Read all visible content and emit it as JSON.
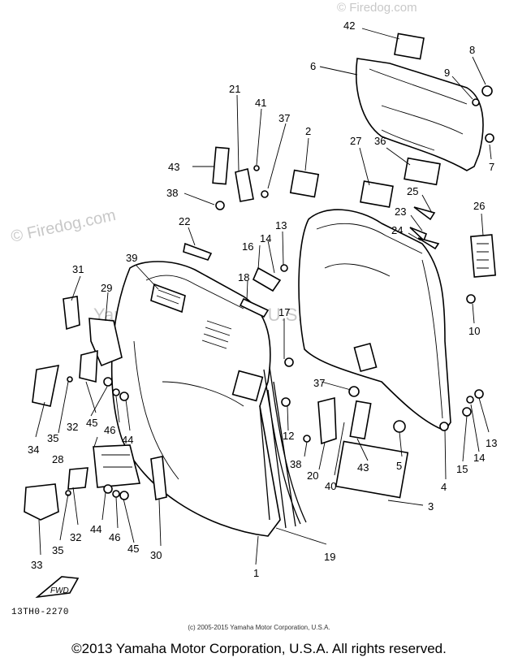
{
  "watermarks": {
    "brand_main": "© Firedog.com",
    "brand_corner": "© Firedog.com",
    "manufacturer": "Yamaha Motor Corp., U.S.A."
  },
  "part_labels": [
    "1",
    "2",
    "3",
    "4",
    "5",
    "6",
    "7",
    "8",
    "9",
    "10",
    "12",
    "13",
    "13",
    "14",
    "14",
    "15",
    "16",
    "17",
    "18",
    "19",
    "20",
    "21",
    "22",
    "23",
    "24",
    "25",
    "26",
    "27",
    "28",
    "29",
    "30",
    "31",
    "32",
    "32",
    "33",
    "34",
    "35",
    "35",
    "36",
    "37",
    "37",
    "38",
    "38",
    "39",
    "40",
    "41",
    "42",
    "43",
    "43",
    "44",
    "44",
    "45",
    "45",
    "46",
    "46"
  ],
  "fwd_mark": "FWD",
  "diagram_code": "13TH0-2270",
  "small_copyright": "(c) 2005-2015 Yamaha Motor Corporation, U.S.A.",
  "main_copyright": "©2013 Yamaha Motor Corporation, U.S.A. All rights reserved."
}
